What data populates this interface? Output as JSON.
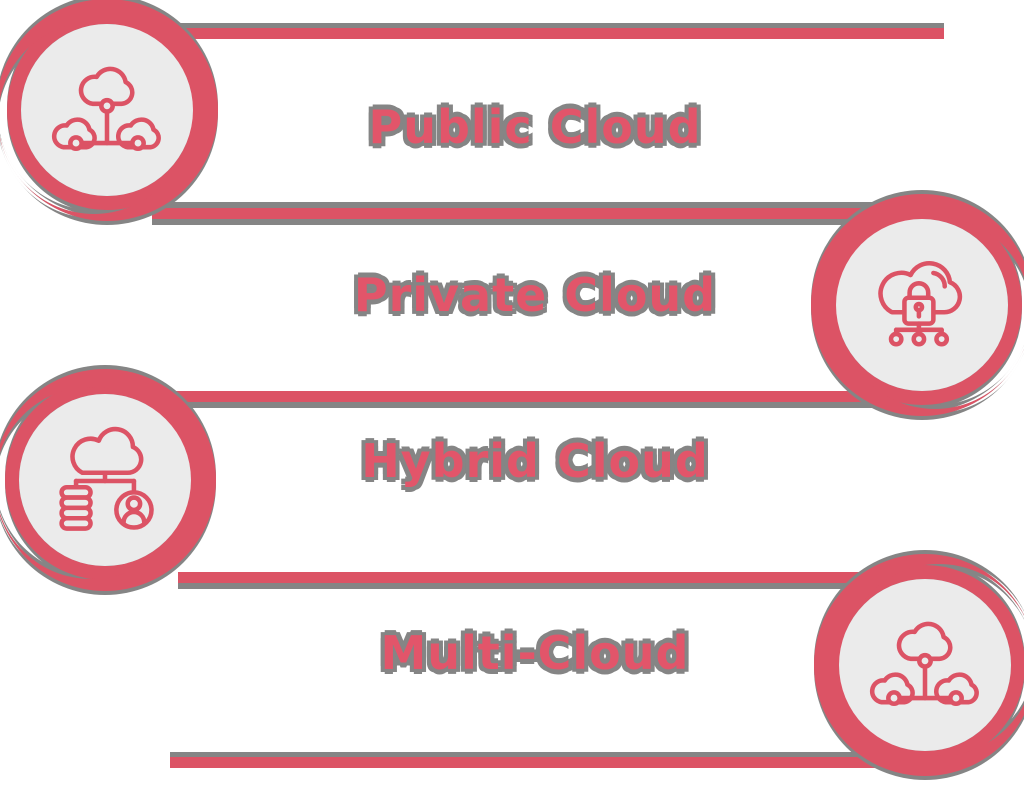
{
  "colors": {
    "accent": "#dc5365",
    "shadow": "#858585",
    "inner": "#ebebeb",
    "titlecolor": "#e2556a"
  },
  "rows": [
    {
      "title": "Public Cloud",
      "side": "left",
      "icon": "cloud-network-icon"
    },
    {
      "title": "Private Cloud",
      "side": "right",
      "icon": "cloud-lock-network-icon"
    },
    {
      "title": "Hybrid Cloud",
      "side": "left",
      "icon": "cloud-database-user-icon"
    },
    {
      "title": "Multi-Cloud",
      "side": "right",
      "icon": "cloud-network-icon"
    }
  ]
}
